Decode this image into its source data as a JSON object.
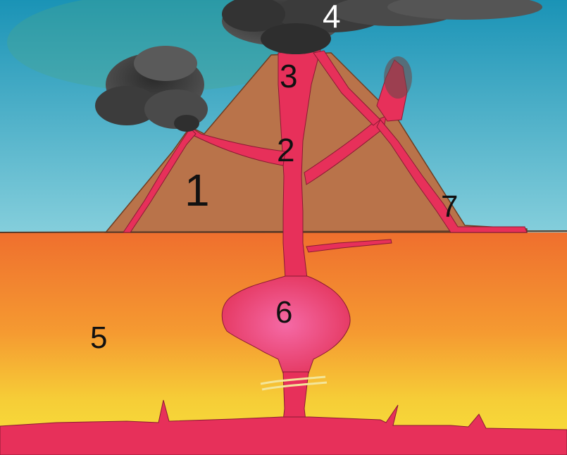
{
  "diagram": {
    "labels": {
      "n1": "1",
      "n2": "2",
      "n3": "3",
      "n4": "4",
      "n5": "5",
      "n6": "6",
      "n7": "7"
    },
    "colors": {
      "sky_top": "#1d9ab9",
      "sky_bottom": "#7fcad8",
      "volcano": "#b9734a",
      "magma": "#e7305a",
      "magma_core": "#f05a9a",
      "crust_top": "#f07a32",
      "crust_mid": "#f5a531",
      "crust_bottom": "#f7e23a",
      "smoke": "#3a3a3a",
      "label_dark": "#111111",
      "label_light": "#ffffff"
    }
  }
}
